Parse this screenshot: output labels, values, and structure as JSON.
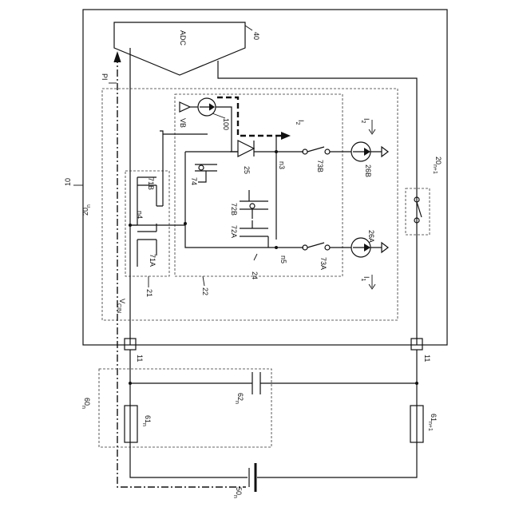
{
  "labels": {
    "adc": "ADC",
    "ref_40": "40",
    "ref_10": "10",
    "ref_20n": "20",
    "sub_n": "n",
    "ref_20n1": "20",
    "sub_n1": "n+1",
    "pi": "PI",
    "vb": "VB",
    "ref_100": "100",
    "i2": "I",
    "sub_2": "2",
    "i1": "I",
    "sub_1": "1",
    "ref_71b": "71B",
    "ref_71a": "71A",
    "ref_74": "74",
    "ref_25": "25",
    "n3": "n3",
    "n4": "n4",
    "n5": "n5",
    "ref_72a": "72A",
    "ref_72b": "72B",
    "ref_73a": "73A",
    "ref_73b": "73B",
    "ref_26a": "26A",
    "ref_26b": "26B",
    "ref_21": "21",
    "ref_22": "22",
    "ref_24": "24",
    "vcin": "V",
    "sub_cin": "CIN",
    "ref_11a": "11",
    "ref_11b": "11",
    "ref_60n": "60",
    "ref_61n": "61",
    "ref_61n1": "61",
    "ref_62n": "62",
    "ref_50n": "50"
  }
}
